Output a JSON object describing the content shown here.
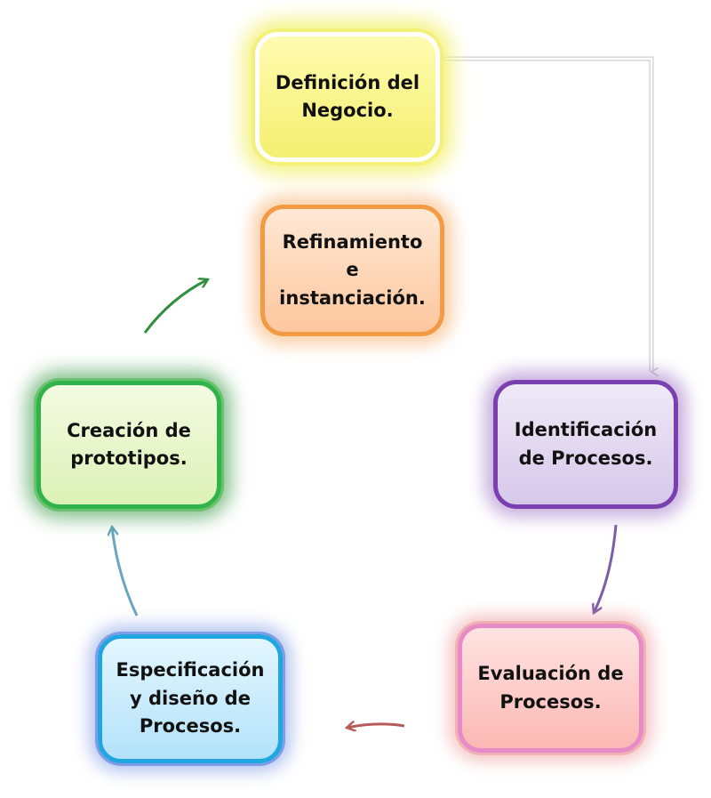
{
  "nodes": {
    "definicion": {
      "lines": [
        "Definición del",
        "Negocio."
      ]
    },
    "refinamiento": {
      "lines": [
        "Refinamiento",
        "e",
        "instanciación."
      ]
    },
    "creacion": {
      "lines": [
        "Creación de",
        "prototipos."
      ]
    },
    "identificacion": {
      "lines": [
        "Identificación",
        "de Procesos."
      ]
    },
    "evaluacion": {
      "lines": [
        "Evaluación de",
        "Procesos."
      ]
    },
    "especificacion": {
      "lines": [
        "Especificación",
        "y diseño de",
        "Procesos."
      ]
    }
  },
  "colors": {
    "arrow_connector": "#d6d6d6",
    "arrow_green": "#2e8f3e",
    "arrow_purple": "#7a5ea8",
    "arrow_red": "#b85a5a",
    "arrow_blue": "#6aa6bf"
  },
  "icons": [
    "arrow-connector",
    "arrow-green",
    "arrow-purple",
    "arrow-red",
    "arrow-blue"
  ]
}
